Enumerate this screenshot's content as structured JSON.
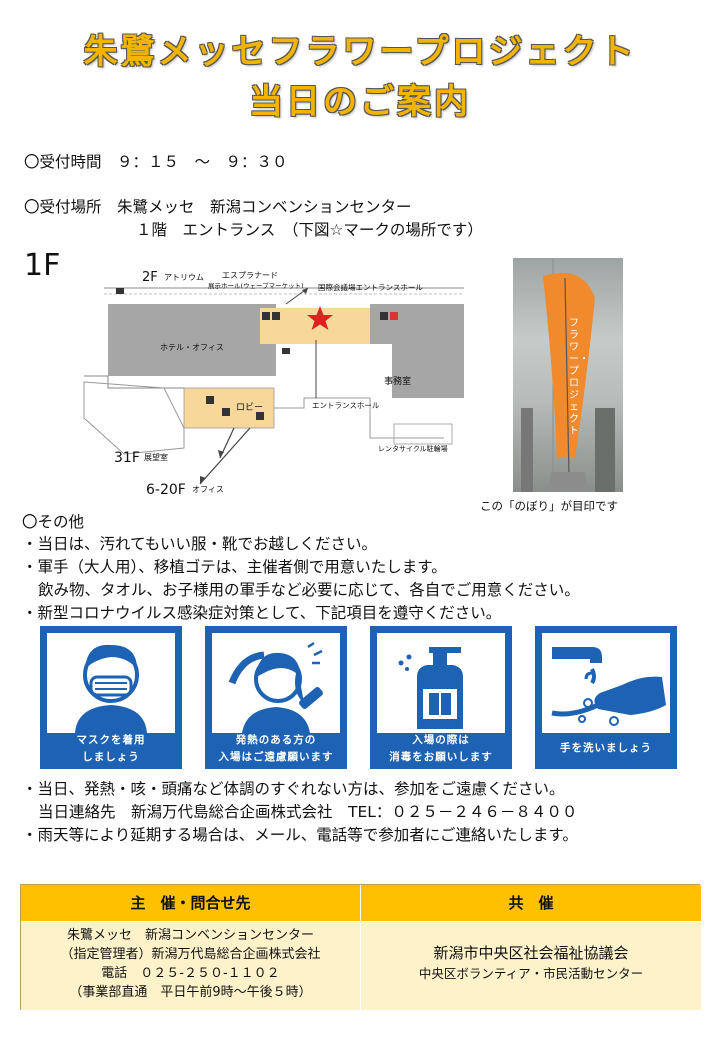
{
  "title": {
    "line1": "朱鷺メッセフラワープロジェクト",
    "line2": "当日のご案内"
  },
  "reception": {
    "time_line": "〇受付時間　９：１５　～　９：３０",
    "place_line1": "〇受付場所　朱鷺メッセ　新潟コンベンションセンター",
    "place_line2": "１階　エントランス　（下図☆マークの場所です）"
  },
  "map": {
    "floor": "1F",
    "atrium_floor": "2F",
    "atrium": "アトリウム",
    "esplanade": "エスプラナード",
    "exhibition": "展示ホール(ウェーブマーケット)",
    "intl_entrance": "国際会議場エントランスホール",
    "hotel": "ホテル・オフィス",
    "lobby": "ロビー",
    "office": "事務室",
    "entrance_hall": "エントランスホール",
    "rental_cycle": "レンタサイクル駐輪場",
    "obs_floor": "31F",
    "observation": "展望室",
    "office_floor": "6-20F",
    "office_label": "オフィス",
    "star_color": "#e02020"
  },
  "photo": {
    "caption": "この「のぼり」が目印です",
    "banner_text": "フラワー・プロジェクト"
  },
  "other": {
    "heading": "〇その他",
    "item1": "・当日は、汚れてもいい服・靴でお越しください。",
    "item2": "・軍手（大人用）、移植ゴテは、主催者側で用意いたします。",
    "item2b": "飲み物、タオル、お子様用の軍手など必要に応じて、各自でご用意ください。",
    "item3": "・新型コロナウイルス感染症対策として、下記項目を遵守ください。"
  },
  "pictograms": [
    {
      "line1": "マスクを着用",
      "line2": "しましょう"
    },
    {
      "line1": "発熱のある方の",
      "line2": "入場はご遠慮願います"
    },
    {
      "line1": "入場の際は",
      "line2": "消毒をお願いします"
    },
    {
      "line1": "手を洗いましょう",
      "line2": ""
    }
  ],
  "notes": {
    "item4": "・当日、発熱・咳・頭痛など体調のすぐれない方は、参加をご遠慮ください。",
    "contact": "当日連絡先　新潟万代島総合企画株式会社　TEL：０２５－２４６－８４００",
    "item5": "・雨天等により延期する場合は、メール、電話等で参加者にご連絡いたします。"
  },
  "table": {
    "head_left": "主　催・問合せ先",
    "head_right": "共　催",
    "left_lines": [
      "朱鷺メッセ　新潟コンベンションセンター",
      "（指定管理者）新潟万代島総合企画株式会社",
      "電話　０２５-２５０-１１０２",
      "（事業部直通　平日午前9時～午後５時）"
    ],
    "right_line1": "新潟市中央区社会福祉協議会",
    "right_line2": "中央区ボランティア・市民活動センター",
    "header_color": "#ffc000",
    "cell_color": "#fef2cb"
  },
  "colors": {
    "title": "#f2b400",
    "picto_blue": "#1e62b3"
  }
}
